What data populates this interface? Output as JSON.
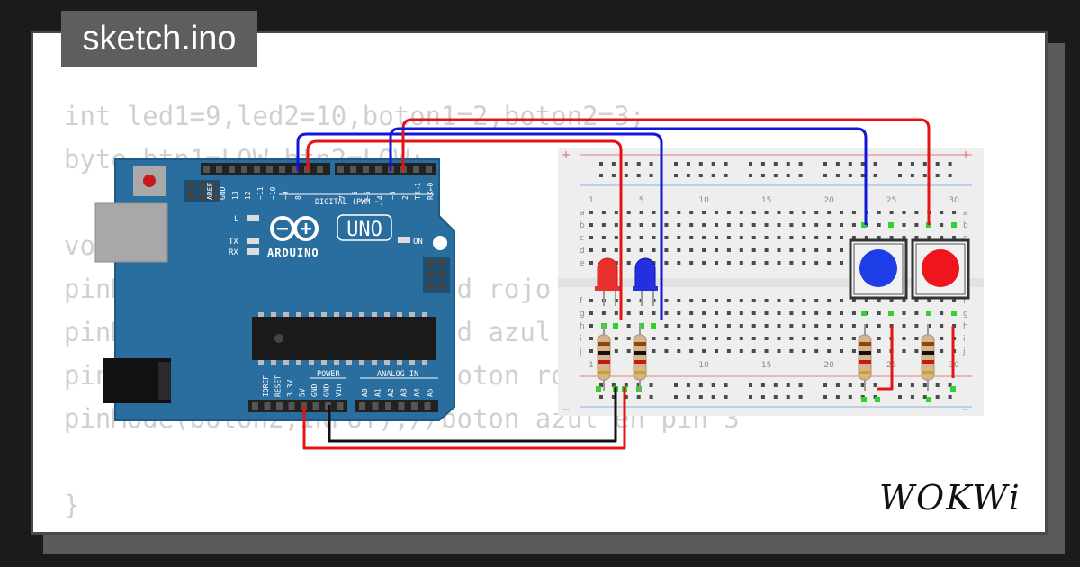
{
  "tab": {
    "filename": "sketch.ino"
  },
  "code_lines": [
    "int led1=9,led2=10,boton1=2,boton2=3;",
    "byte btn1=LOW,btn2=LOW;",
    "",
    "void setup() {",
    "pinMode(led1,OUTPUT);//led rojo",
    "pinMode(led2,OUTPUT);//led azul",
    "pinMode(boton1,INPUT);//boton rojo",
    "pinMode(boton2,INPUT);//boton azul en pin 3",
    "",
    "}"
  ],
  "arduino": {
    "brand": "ARDUINO",
    "model": "UNO",
    "digital_label": "DIGITAL (PWM ~)",
    "power_label": "POWER",
    "analog_label": "ANALOG IN",
    "led_l": "L",
    "led_tx": "TX",
    "led_rx": "RX",
    "led_on": "ON",
    "digital_pins": [
      "AREF",
      "GND",
      "13",
      "12",
      "~11",
      "~10",
      "~9",
      "8",
      "7",
      "~6",
      "~5",
      "4",
      "~3",
      "2",
      "TX→1",
      "RX←0"
    ],
    "power_pins": [
      "IOREF",
      "RESET",
      "3.3V",
      "5V",
      "GND",
      "GND",
      "Vin"
    ],
    "analog_pins": [
      "A0",
      "A1",
      "A2",
      "A3",
      "A4",
      "A5"
    ]
  },
  "breadboard": {
    "column_numbers": [
      "1",
      "5",
      "10",
      "15",
      "20",
      "25",
      "30"
    ],
    "rows_top": [
      "a",
      "b",
      "c",
      "d",
      "e"
    ],
    "rows_bottom": [
      "f",
      "g",
      "h",
      "i",
      "j"
    ]
  },
  "components": {
    "led_red_color": "#e8312e",
    "led_blue_color": "#2430e0",
    "button_blue_color": "#1c3de8",
    "button_red_color": "#f0141c"
  },
  "wire_colors": {
    "red": "#e31414",
    "blue": "#1216d8",
    "black": "#111111"
  },
  "logo": "WOKWi"
}
